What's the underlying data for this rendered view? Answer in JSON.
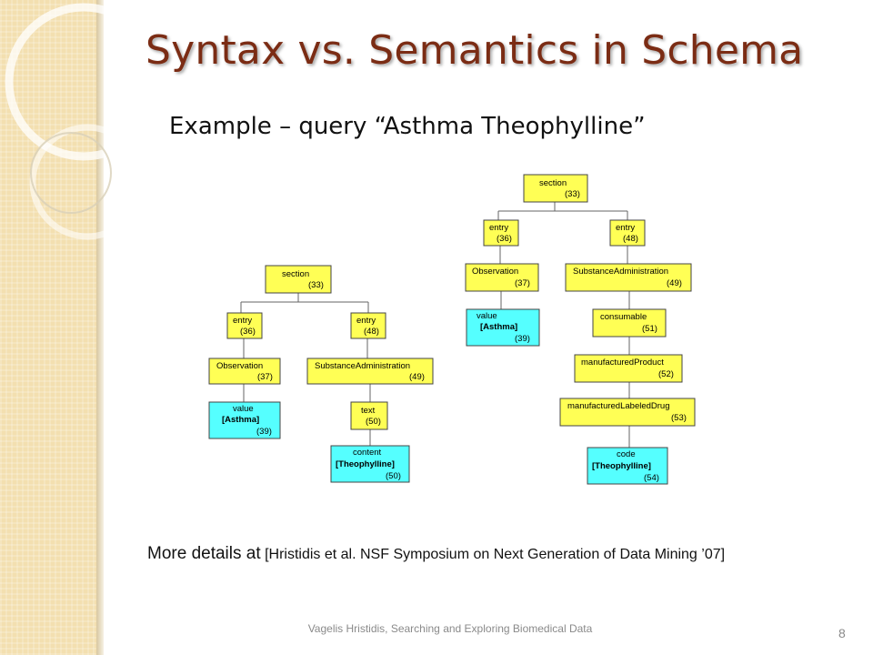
{
  "slide": {
    "title": "Syntax vs. Semantics in Schema",
    "subtitle": "Example – query “Asthma Theophylline”",
    "details_lead": "More details at",
    "details_ref": "[Hristidis et al. NSF Symposium on Next Generation of Data Mining ’07]",
    "footer": "Vagelis Hristidis, Searching and Exploring Biomedical Data",
    "page_number": "8"
  },
  "colors": {
    "title": "#7b2c14",
    "node_yellow": "#ffff55",
    "node_cyan": "#55ffff",
    "side_panel": "#f3dfb0"
  },
  "left_tree": {
    "section": {
      "label": "section",
      "id": "(33)"
    },
    "entry1": {
      "label": "entry",
      "id": "(36)"
    },
    "entry2": {
      "label": "entry",
      "id": "(48)"
    },
    "observation": {
      "label": "Observation",
      "id": "(37)"
    },
    "substance": {
      "label": "SubstanceAdministration",
      "id": "(49)"
    },
    "value": {
      "label": "value",
      "val": "[Asthma]",
      "id": "(39)"
    },
    "text": {
      "label": "text",
      "id": "(50)"
    },
    "content": {
      "label": "content",
      "val": "[Theophylline]",
      "id": "(50)"
    }
  },
  "right_tree": {
    "section": {
      "label": "section",
      "id": "(33)"
    },
    "entry1": {
      "label": "entry",
      "id": "(36)"
    },
    "entry2": {
      "label": "entry",
      "id": "(48)"
    },
    "observation": {
      "label": "Observation",
      "id": "(37)"
    },
    "substance": {
      "label": "SubstanceAdministration",
      "id": "(49)"
    },
    "value": {
      "label": "value",
      "val": "[Asthma]",
      "id": "(39)"
    },
    "consumable": {
      "label": "consumable",
      "id": "(51)"
    },
    "manufactured_product": {
      "label": "manufacturedProduct",
      "id": "(52)"
    },
    "manufactured_labeled_drug": {
      "label": "manufacturedLabeledDrug",
      "id": "(53)"
    },
    "code": {
      "label": "code",
      "val": "[Theophylline]",
      "id": "(54)"
    }
  }
}
